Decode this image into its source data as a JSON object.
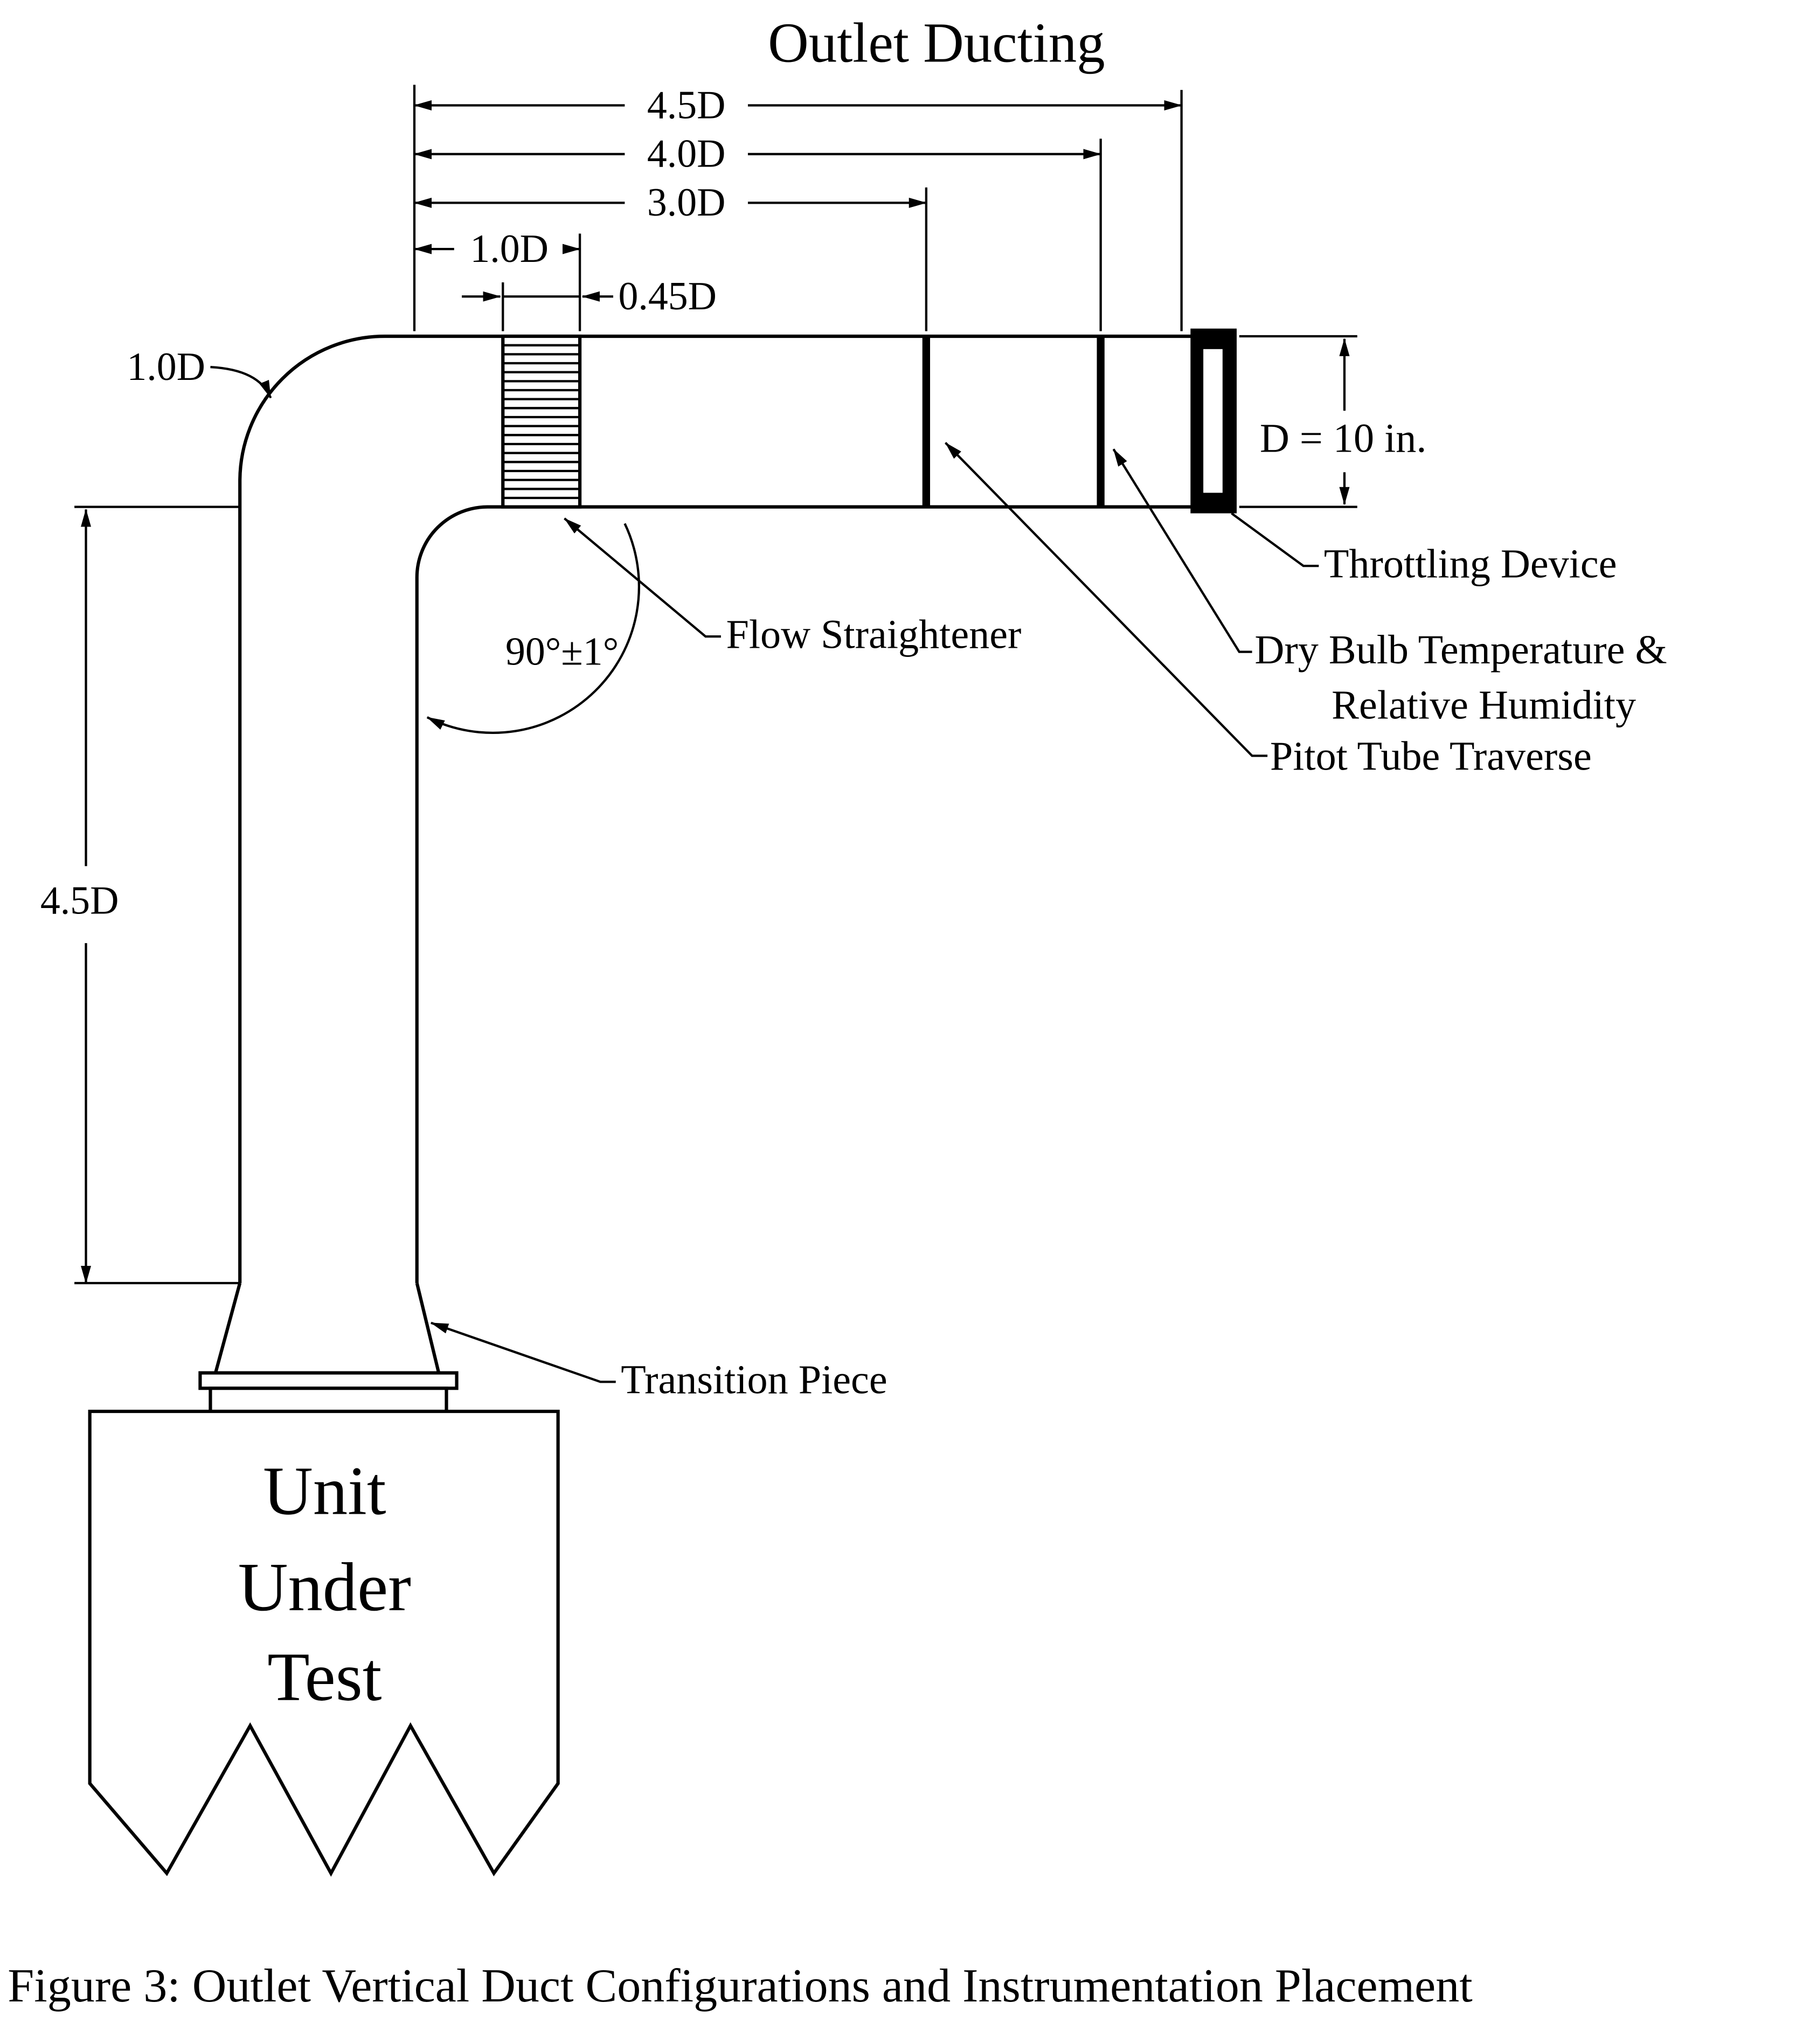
{
  "diagram": {
    "title": "Outlet Ducting",
    "caption": "Figure 3: Outlet Vertical Duct Configurations and Instrumentation Placement",
    "dims": {
      "span_4_5d": "4.5D",
      "span_4_0d": "4.0D",
      "span_3_0d": "3.0D",
      "span_1_0d": "1.0D",
      "flow_straightener_width": "0.45D",
      "elbow_radius": "1.0D",
      "vertical_length": "4.5D",
      "duct_diameter": "D = 10 in.",
      "elbow_angle": "90°±1°"
    },
    "callouts": {
      "throttling_device": "Throttling Device",
      "dry_bulb_1": "Dry Bulb Temperature &",
      "dry_bulb_2": "Relative Humidity",
      "pitot_tube": "Pitot Tube Traverse",
      "flow_straightener": "Flow Straightener",
      "transition_piece": "Transition Piece"
    },
    "unit": {
      "l1": "Unit",
      "l2": "Under",
      "l3": "Test"
    }
  },
  "colors": {
    "line": "#000000",
    "background": "#ffffff"
  }
}
